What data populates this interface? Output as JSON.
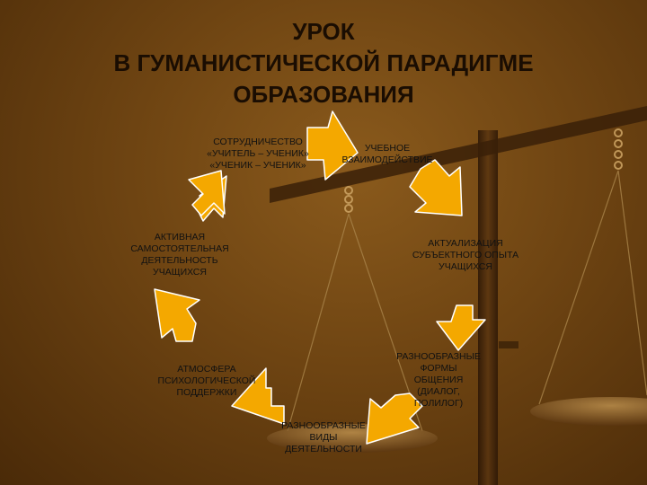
{
  "title": {
    "line1": "УРОК",
    "line2": "В ГУМАНИСТИЧЕСКОЙ ПАРАДИГМЕ",
    "line3": "ОБРАЗОВАНИЯ"
  },
  "nodes": {
    "cooperation": [
      "СОТРУДНИЧЕСТВО",
      "«УЧИТЕЛЬ – УЧЕНИК»",
      "«УЧЕНИК – УЧЕНИК»"
    ],
    "interaction": [
      "УЧЕБНОЕ",
      "ВЗАИМОДЕЙСТВИЕ"
    ],
    "experience": [
      "АКТУАЛИЗАЦИЯ",
      "СУБЪЕКТНОГО ОПЫТА",
      "УЧАЩИХСЯ"
    ],
    "forms": [
      "РАЗНООБРАЗНЫЕ",
      "ФОРМЫ",
      "ОБЩЕНИЯ",
      "(ДИАЛОГ,",
      "ПОЛИЛОГ)"
    ],
    "activities": [
      "РАЗНООБРАЗНЫЕ",
      "ВИДЫ",
      "ДЕЯТЕЛЬНОСТИ"
    ],
    "atmosphere": [
      "АТМОСФЕРА",
      "ПСИХОЛОГИЧЕСКОЙ",
      "ПОДДЕРЖКИ"
    ],
    "active": [
      "АКТИВНАЯ",
      "САМОСТОЯТЕЛЬНАЯ",
      "ДЕЯТЕЛЬНОСТЬ",
      "УЧАЩИХСЯ"
    ]
  },
  "colors": {
    "arrow_fill": "#f4a800",
    "arrow_stroke": "#ffffff",
    "text": "#111111",
    "scales": "#2a1606"
  }
}
